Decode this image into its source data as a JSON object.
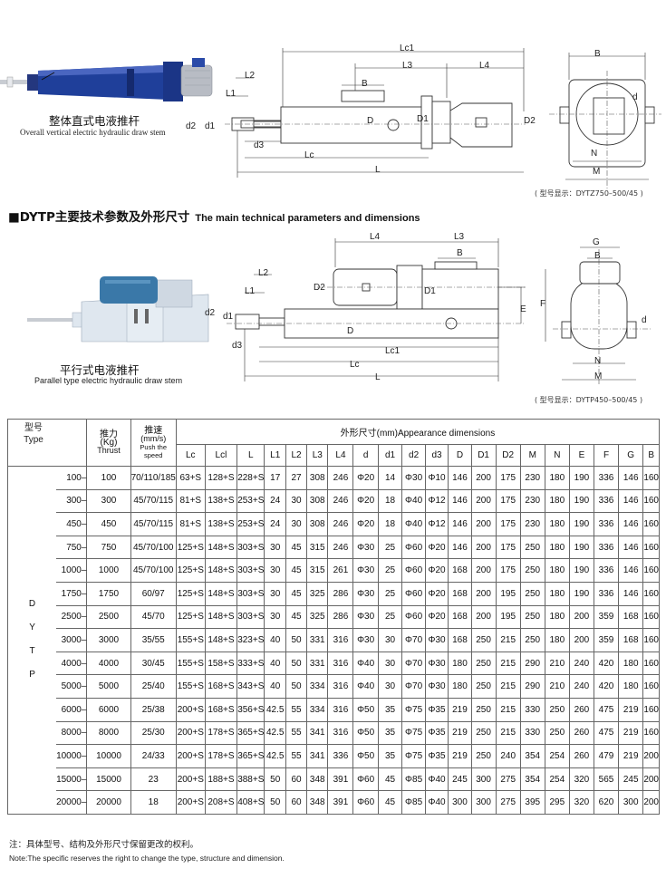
{
  "top_product": {
    "caption_cn": "整体直式电液推杆",
    "caption_en": "Overall vertical electric hydraulic draw stem",
    "model_note": "( 型号显示：DYTZ750–500/45 )"
  },
  "section": {
    "title_cn": "■DYTP主要技术参数及外形尺寸",
    "title_en": "The main technical parameters and dimensions"
  },
  "bottom_product": {
    "caption_cn": "平行式电液推杆",
    "caption_en": "Parallel type electric hydraulic draw stem",
    "model_note": "( 型号显示：DYTP450–500/45 )"
  },
  "dim_labels": {
    "Lc1": "Lc1",
    "L3": "L3",
    "L4": "L4",
    "L2": "L2",
    "L1": "L1",
    "B": "B",
    "d2": "d2",
    "d1": "d1",
    "D": "D",
    "D1": "D1",
    "D2": "D2",
    "d3": "d3",
    "Lc": "Lc",
    "L": "L",
    "N": "N",
    "M": "M",
    "d": "d",
    "E": "E",
    "F": "F",
    "G": "G"
  },
  "table": {
    "head": {
      "type_cn": "型号",
      "type_en": "Type",
      "thrust_cn": "推力",
      "thrust_unit": "(Kg)",
      "thrust_en": "Thrust",
      "speed_cn": "推速",
      "speed_unit": "(mm/s)",
      "speed_en": "Push the speed",
      "dims_title": "外形尺寸(mm)Appearance dimensions"
    },
    "columns": [
      "Lc",
      "Lcl",
      "L",
      "L1",
      "L2",
      "L3",
      "L4",
      "d",
      "d1",
      "d2",
      "d3",
      "D",
      "D1",
      "D2",
      "M",
      "N",
      "E",
      "F",
      "G",
      "B"
    ],
    "series_label": [
      "D",
      "Y",
      "T",
      "P"
    ],
    "rows": [
      {
        "type": "100–",
        "thrust": "100",
        "speed": "70/110/185",
        "vals": [
          "63+S",
          "128+S",
          "228+S",
          "17",
          "27",
          "308",
          "246",
          "Φ20",
          "14",
          "Φ30",
          "Φ10",
          "146",
          "200",
          "175",
          "230",
          "180",
          "190",
          "336",
          "146",
          "160"
        ]
      },
      {
        "type": "300–",
        "thrust": "300",
        "speed": "45/70/115",
        "vals": [
          "81+S",
          "138+S",
          "253+S",
          "24",
          "30",
          "308",
          "246",
          "Φ20",
          "18",
          "Φ40",
          "Φ12",
          "146",
          "200",
          "175",
          "230",
          "180",
          "190",
          "336",
          "146",
          "160"
        ]
      },
      {
        "type": "450–",
        "thrust": "450",
        "speed": "45/70/115",
        "vals": [
          "81+S",
          "138+S",
          "253+S",
          "24",
          "30",
          "308",
          "246",
          "Φ20",
          "18",
          "Φ40",
          "Φ12",
          "146",
          "200",
          "175",
          "230",
          "180",
          "190",
          "336",
          "146",
          "160"
        ]
      },
      {
        "type": "750–",
        "thrust": "750",
        "speed": "45/70/100",
        "vals": [
          "125+S",
          "148+S",
          "303+S",
          "30",
          "45",
          "315",
          "246",
          "Φ30",
          "25",
          "Φ60",
          "Φ20",
          "146",
          "200",
          "175",
          "250",
          "180",
          "190",
          "336",
          "146",
          "160"
        ]
      },
      {
        "type": "1000–",
        "thrust": "1000",
        "speed": "45/70/100",
        "vals": [
          "125+S",
          "148+S",
          "303+S",
          "30",
          "45",
          "315",
          "261",
          "Φ30",
          "25",
          "Φ60",
          "Φ20",
          "168",
          "200",
          "175",
          "250",
          "180",
          "190",
          "336",
          "146",
          "160"
        ]
      },
      {
        "type": "1750–",
        "thrust": "1750",
        "speed": "60/97",
        "vals": [
          "125+S",
          "148+S",
          "303+S",
          "30",
          "45",
          "325",
          "286",
          "Φ30",
          "25",
          "Φ60",
          "Φ20",
          "168",
          "200",
          "195",
          "250",
          "180",
          "190",
          "336",
          "146",
          "160"
        ]
      },
      {
        "type": "2500–",
        "thrust": "2500",
        "speed": "45/70",
        "vals": [
          "125+S",
          "148+S",
          "303+S",
          "30",
          "45",
          "325",
          "286",
          "Φ30",
          "25",
          "Φ60",
          "Φ20",
          "168",
          "200",
          "195",
          "250",
          "180",
          "200",
          "359",
          "168",
          "160"
        ]
      },
      {
        "type": "3000–",
        "thrust": "3000",
        "speed": "35/55",
        "vals": [
          "155+S",
          "148+S",
          "323+S",
          "40",
          "50",
          "331",
          "316",
          "Φ30",
          "30",
          "Φ70",
          "Φ30",
          "168",
          "250",
          "215",
          "250",
          "180",
          "200",
          "359",
          "168",
          "160"
        ]
      },
      {
        "type": "4000–",
        "thrust": "4000",
        "speed": "30/45",
        "vals": [
          "155+S",
          "158+S",
          "333+S",
          "40",
          "50",
          "331",
          "316",
          "Φ40",
          "30",
          "Φ70",
          "Φ30",
          "180",
          "250",
          "215",
          "290",
          "210",
          "240",
          "420",
          "180",
          "160"
        ]
      },
      {
        "type": "5000–",
        "thrust": "5000",
        "speed": "25/40",
        "vals": [
          "155+S",
          "168+S",
          "343+S",
          "40",
          "50",
          "334",
          "316",
          "Φ40",
          "30",
          "Φ70",
          "Φ30",
          "180",
          "250",
          "215",
          "290",
          "210",
          "240",
          "420",
          "180",
          "160"
        ]
      },
      {
        "type": "6000–",
        "thrust": "6000",
        "speed": "25/38",
        "vals": [
          "200+S",
          "168+S",
          "356+S",
          "42.5",
          "55",
          "334",
          "316",
          "Φ50",
          "35",
          "Φ75",
          "Φ35",
          "219",
          "250",
          "215",
          "330",
          "250",
          "260",
          "475",
          "219",
          "160"
        ]
      },
      {
        "type": "8000–",
        "thrust": "8000",
        "speed": "25/30",
        "vals": [
          "200+S",
          "178+S",
          "365+S",
          "42.5",
          "55",
          "341",
          "316",
          "Φ50",
          "35",
          "Φ75",
          "Φ35",
          "219",
          "250",
          "215",
          "330",
          "250",
          "260",
          "475",
          "219",
          "160"
        ]
      },
      {
        "type": "10000–",
        "thrust": "10000",
        "speed": "24/33",
        "vals": [
          "200+S",
          "178+S",
          "365+S",
          "42.5",
          "55",
          "341",
          "336",
          "Φ50",
          "35",
          "Φ75",
          "Φ35",
          "219",
          "250",
          "240",
          "354",
          "254",
          "260",
          "479",
          "219",
          "200"
        ]
      },
      {
        "type": "15000–",
        "thrust": "15000",
        "speed": "23",
        "vals": [
          "200+S",
          "188+S",
          "388+S",
          "50",
          "60",
          "348",
          "391",
          "Φ60",
          "45",
          "Φ85",
          "Φ40",
          "245",
          "300",
          "275",
          "354",
          "254",
          "320",
          "565",
          "245",
          "200"
        ]
      },
      {
        "type": "20000–",
        "thrust": "20000",
        "speed": "18",
        "vals": [
          "200+S",
          "208+S",
          "408+S",
          "50",
          "60",
          "348",
          "391",
          "Φ60",
          "45",
          "Φ85",
          "Φ40",
          "300",
          "300",
          "275",
          "395",
          "295",
          "320",
          "620",
          "300",
          "200"
        ]
      }
    ]
  },
  "notes": {
    "cn": "注：具体型号、结构及外形尺寸保留更改的权利。",
    "en": "Note:The specific reserves the right to change the type, structure and dimension."
  },
  "colors": {
    "product_blue": "#1f3f9a",
    "motor_grey": "#b8bcc4",
    "parallel_body": "#dfe7ef",
    "motor_teal": "#3a78a8"
  }
}
